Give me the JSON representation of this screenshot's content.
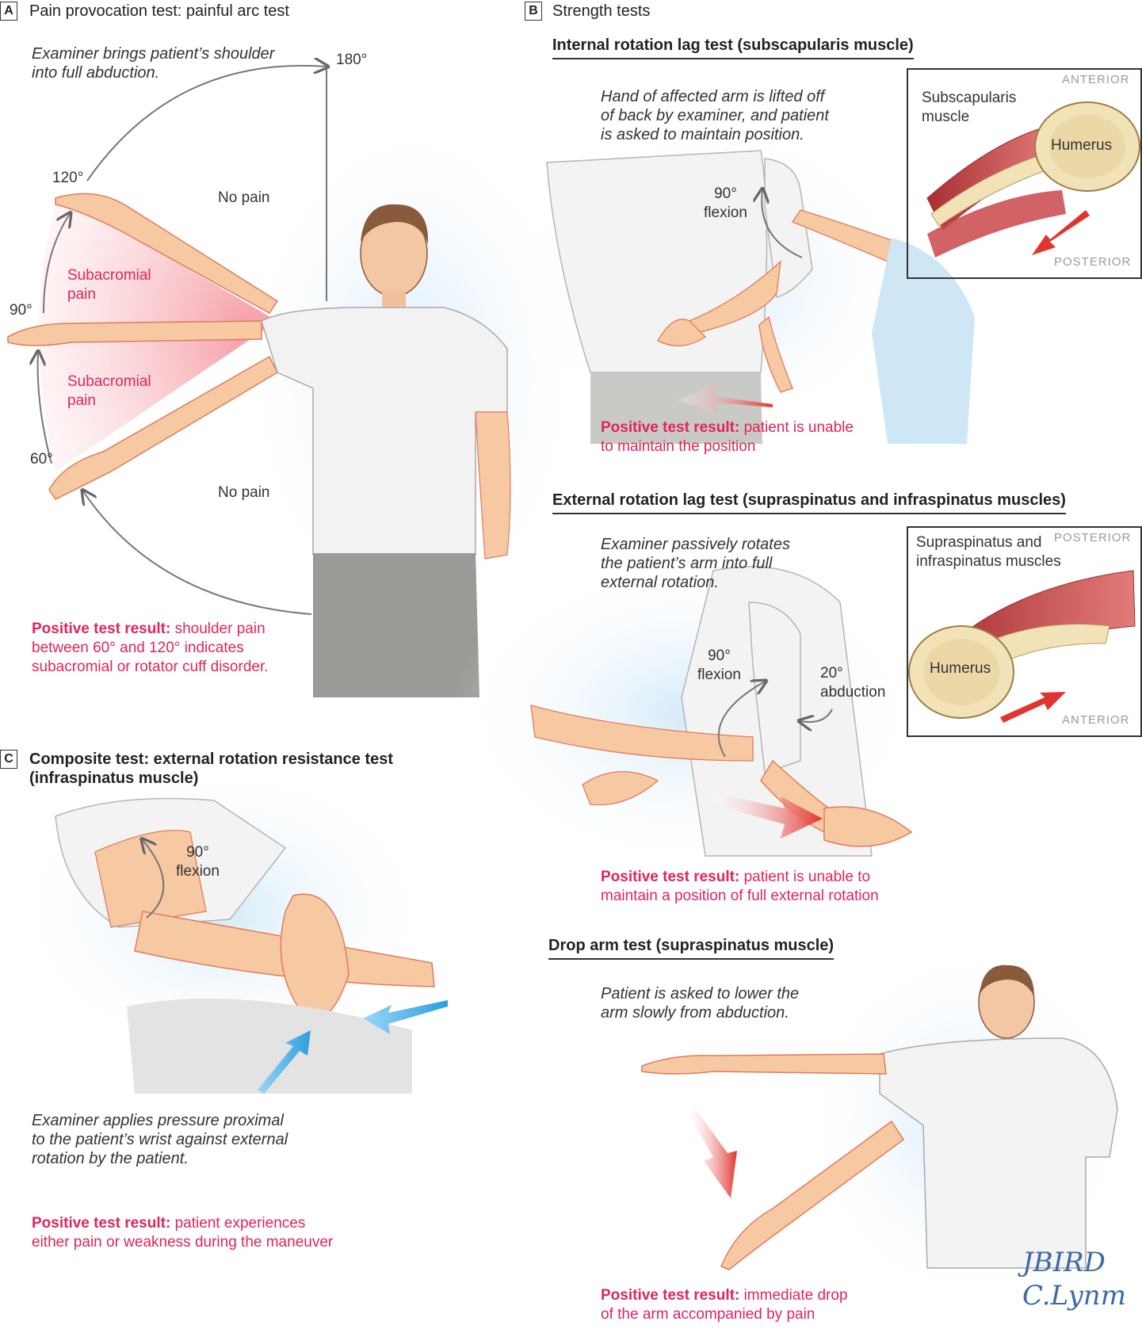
{
  "panel_a": {
    "letter": "A",
    "title": "Pain provocation test: painful arc test",
    "instruction": [
      "Examiner brings patient’s shoulder",
      "into full abduction."
    ],
    "angles": {
      "a180": "180°",
      "a120": "120°",
      "a90": "90°",
      "a60": "60°"
    },
    "no_pain_top": "No pain",
    "no_pain_bottom": "No pain",
    "pain_upper": [
      "Subacromial",
      "pain"
    ],
    "pain_lower": [
      "Subacromial",
      "pain"
    ],
    "result_bold": "Positive test result:",
    "result_text": [
      "shoulder pain",
      "between 60° and 120° indicates",
      "subacromial or rotator cuff disorder."
    ]
  },
  "panel_b": {
    "letter": "B",
    "title": "Strength tests",
    "internal": {
      "heading": "Internal rotation lag test (subscapularis muscle)",
      "instruction": [
        "Hand of affected arm is lifted off",
        "of back by examiner, and patient",
        "is asked to maintain position."
      ],
      "flexion": [
        "90°",
        "flexion"
      ],
      "result_bold": "Positive test result:",
      "result_text": [
        "patient is unable",
        "to maintain the position"
      ],
      "inset": {
        "tag_top": "ANTERIOR",
        "tag_bottom": "POSTERIOR",
        "muscle": [
          "Subscapularis",
          "muscle"
        ],
        "bone": "Humerus"
      }
    },
    "external": {
      "heading": "External rotation lag test (supraspinatus and infraspinatus muscles)",
      "instruction": [
        "Examiner passively rotates",
        "the patient’s arm into full",
        "external rotation."
      ],
      "flexion": [
        "90°",
        "flexion"
      ],
      "abduction": [
        "20°",
        "abduction"
      ],
      "result_bold": "Positive test result:",
      "result_text": [
        "patient is unable to",
        "maintain a position of full external rotation"
      ],
      "inset": {
        "tag_top": "POSTERIOR",
        "tag_bottom": "ANTERIOR",
        "muscle": [
          "Supraspinatus and",
          "infraspinatus muscles"
        ],
        "bone": "Humerus"
      }
    },
    "drop": {
      "heading": "Drop arm test (supraspinatus muscle)",
      "instruction": [
        "Patient is asked to lower the",
        "arm slowly from abduction."
      ],
      "result_bold": "Positive test result:",
      "result_text": [
        "immediate drop",
        "of the arm accompanied by pain"
      ]
    }
  },
  "panel_c": {
    "letter": "C",
    "title": [
      "Composite test: external rotation resistance test",
      "(infraspinatus muscle)"
    ],
    "flexion": [
      "90°",
      "flexion"
    ],
    "instruction": [
      "Examiner applies pressure proximal",
      "to the patient’s wrist against external",
      "rotation by the patient."
    ],
    "result_bold": "Positive test result:",
    "result_text": [
      "patient experiences",
      "either pain or weakness during the maneuver"
    ]
  },
  "signature": [
    "JBIRD",
    "C.Lynm"
  ],
  "colors": {
    "pain_red": "#e0245e",
    "arrow_red": "#e2342f",
    "arrow_blue": "#3fb3e8",
    "muscle": "#c9474a",
    "bone": "#f1e2b8",
    "skin": "#f7c9a3",
    "shirt": "#f2f2f2",
    "pants": "#9a9a96"
  }
}
